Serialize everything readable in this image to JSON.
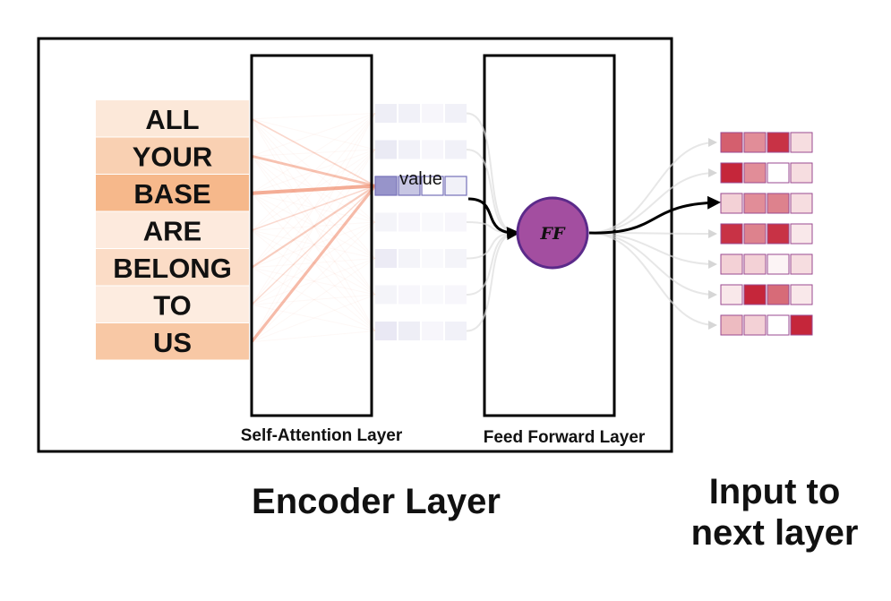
{
  "words": [
    {
      "text": "ALL",
      "weight": 0.15
    },
    {
      "text": "YOUR",
      "weight": 0.45
    },
    {
      "text": "BASE",
      "weight": 0.75
    },
    {
      "text": "ARE",
      "weight": 0.12
    },
    {
      "text": "BELONG",
      "weight": 0.3
    },
    {
      "text": "TO",
      "weight": 0.1
    },
    {
      "text": "US",
      "weight": 0.55
    }
  ],
  "labels": {
    "self_attention": "Self-Attention Layer",
    "feed_forward": "Feed Forward Layer",
    "value": "value",
    "ff": "FF",
    "encoder": "Encoder Layer",
    "output_line1": "Input to",
    "output_line2": "next layer"
  },
  "value_vectors": [
    [
      0.12,
      0.1,
      0.06,
      0.1
    ],
    [
      0.15,
      0.1,
      0.06,
      0.1
    ],
    [
      0.75,
      0.4,
      0.0,
      0.1
    ],
    [
      0.08,
      0.06,
      0.04,
      0.06
    ],
    [
      0.14,
      0.08,
      0.04,
      0.08
    ],
    [
      0.08,
      0.06,
      0.04,
      0.06
    ],
    [
      0.16,
      0.12,
      0.06,
      0.1
    ]
  ],
  "output_vectors": [
    [
      0.7,
      0.5,
      0.9,
      0.15
    ],
    [
      0.95,
      0.5,
      0.0,
      0.15
    ],
    [
      0.2,
      0.5,
      0.55,
      0.15
    ],
    [
      0.9,
      0.55,
      0.9,
      0.1
    ],
    [
      0.2,
      0.2,
      0.05,
      0.15
    ],
    [
      0.1,
      0.95,
      0.65,
      0.1
    ],
    [
      0.3,
      0.2,
      0.0,
      0.95
    ]
  ],
  "highlight_index": 2,
  "output_index": 2,
  "colors": {
    "word_bg": "#f4a46a",
    "attention_line": "#ef8a6a",
    "value_color": "#7470b8",
    "output_color": "#c21b30",
    "ff_fill": "#a34ea0",
    "ff_stroke": "#5b2a8a",
    "faint_line": "#dddddd",
    "box_stroke": "#000000"
  }
}
